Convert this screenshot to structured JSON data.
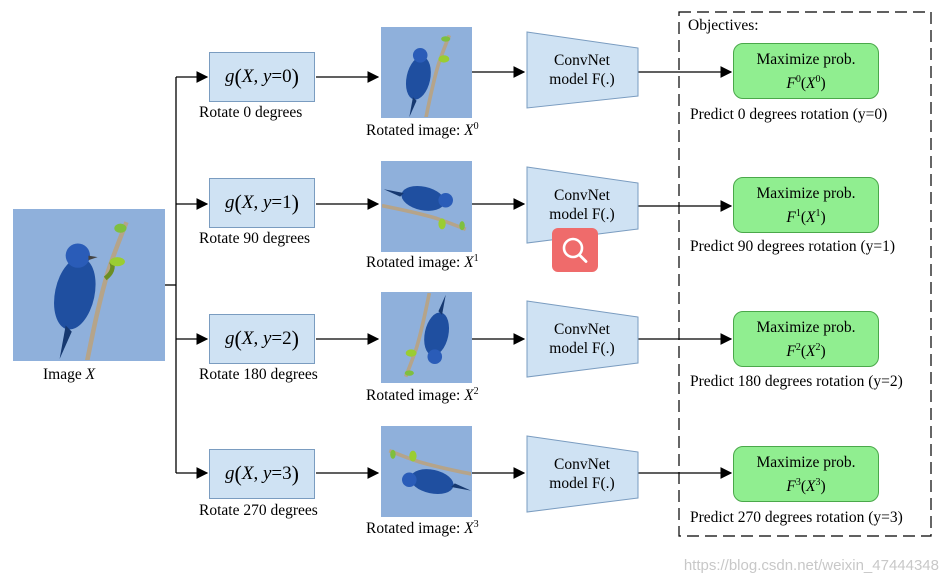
{
  "input": {
    "label_prefix": "Image ",
    "label_var": "X"
  },
  "branches": [
    {
      "g_y": "0",
      "rotate_label": "Rotate 0 degrees",
      "rot_prefix": "Rotated image: ",
      "sup": "0",
      "conv_l1": "ConvNet",
      "conv_l2": "model F(.)",
      "obj_l1": "Maximize prob.",
      "obj_sup": "0",
      "pred": "Predict 0 degrees rotation (y=0)",
      "angle": 0
    },
    {
      "g_y": "1",
      "rotate_label": "Rotate 90 degrees",
      "rot_prefix": "Rotated image: ",
      "sup": "1",
      "conv_l1": "ConvNet",
      "conv_l2": "model F(.)",
      "obj_l1": "Maximize prob.",
      "obj_sup": "1",
      "pred": "Predict 90 degrees rotation (y=1)",
      "angle": 90
    },
    {
      "g_y": "2",
      "rotate_label": "Rotate 180 degrees",
      "rot_prefix": "Rotated image: ",
      "sup": "2",
      "conv_l1": "ConvNet",
      "conv_l2": "model F(.)",
      "obj_l1": "Maximize prob.",
      "obj_sup": "2",
      "pred": "Predict 180 degrees rotation (y=2)",
      "angle": 180
    },
    {
      "g_y": "3",
      "rotate_label": "Rotate 270 degrees",
      "rot_prefix": "Rotated image: ",
      "sup": "3",
      "conv_l1": "ConvNet",
      "conv_l2": "model F(.)",
      "obj_l1": "Maximize prob.",
      "obj_sup": "3",
      "pred": "Predict 270 degrees rotation (y=3)",
      "angle": 270
    }
  ],
  "objectives_title": "Objectives:",
  "watermark": "https://blog.csdn.net/weixin_47444348",
  "colors": {
    "gbox": "#cfe2f3",
    "objective": "#90ee90",
    "sky": "#8fb0db",
    "search": "#ef6b6b"
  },
  "icons": {
    "search_overlay": "search-icon"
  }
}
